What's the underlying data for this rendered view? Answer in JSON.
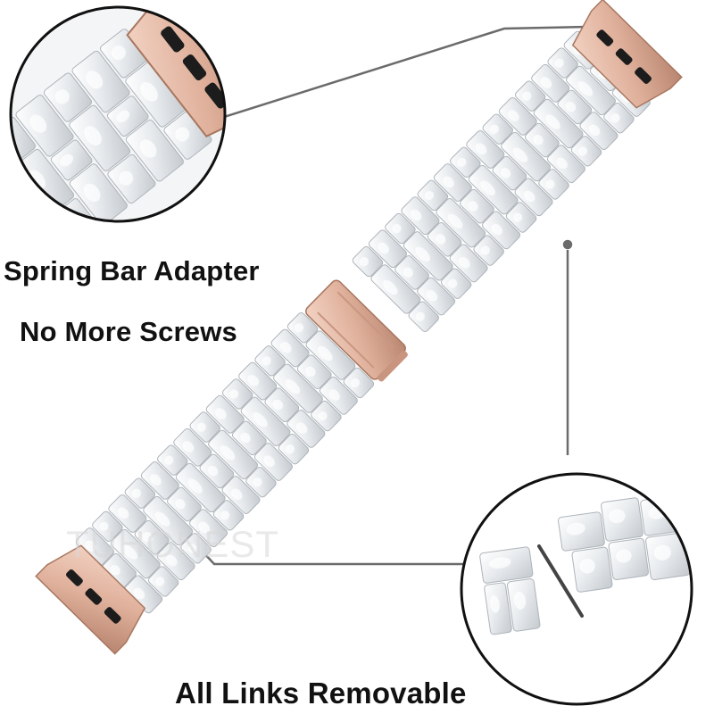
{
  "captions": {
    "adapter": "Spring Bar Adapter",
    "screws": "No More Screws",
    "links": "All Links  Removable"
  },
  "watermark": "TUHONEST",
  "colors": {
    "rose_gold": "#e3b7a3",
    "rose_gold_dark": "#b98670",
    "pearl_white": "#eef0f2",
    "pearl_shadow": "#b9bec3",
    "pin_black": "#1c1c1c",
    "callout_line": "#6b6b6b"
  },
  "icons": {
    "clasp": "butterfly-clasp-icon",
    "spring_bar": "spring-bar-pin-icon"
  }
}
